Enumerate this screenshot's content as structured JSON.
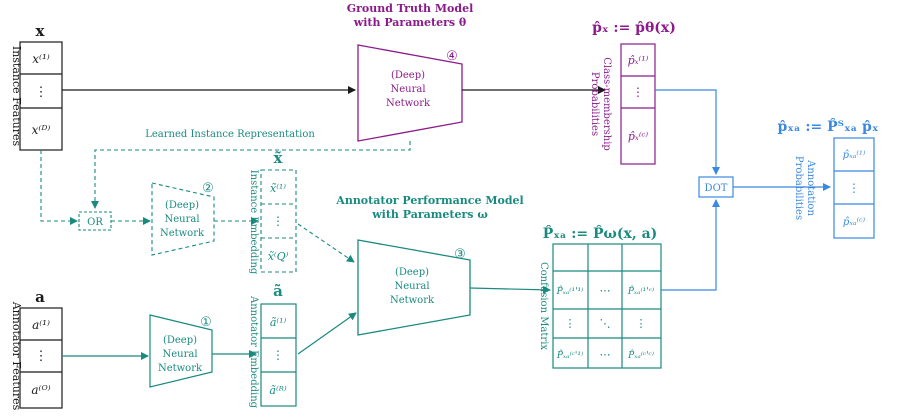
{
  "colors": {
    "black": "#1a1a1a",
    "purple": "#8b1a8b",
    "teal": "#1a8a80",
    "blue": "#3a88e0"
  },
  "instance": {
    "title": "x",
    "side_label": "Instance Features",
    "cells": [
      "x⁽¹⁾",
      "⋮",
      "x⁽ᴰ⁾"
    ]
  },
  "annotator": {
    "title": "a",
    "side_label": "Annotator Features",
    "cells": [
      "a⁽¹⁾",
      "⋮",
      "a⁽ᴼ⁾"
    ]
  },
  "gt_model": {
    "title_line1": "Ground Truth Model",
    "title_line2": "with Parameters θ",
    "badge": "④",
    "net_lines": [
      "(Deep)",
      "Neural",
      "Network"
    ]
  },
  "learned_repr_label": "Learned Instance Representation",
  "or_label": "OR",
  "encoder_instance": {
    "badge": "②",
    "net_lines": [
      "(Deep)",
      "Neural",
      "Network"
    ]
  },
  "encoder_annotator": {
    "badge": "①",
    "net_lines": [
      "(Deep)",
      "Neural",
      "Network"
    ]
  },
  "instance_embedding": {
    "title": "x̃",
    "side_label": "Instance Embedding",
    "cells": [
      "x̃⁽¹⁾",
      "⋮",
      "x̃⁽Q⁾"
    ]
  },
  "annotator_embedding": {
    "title": "ã",
    "side_label": "Annotator Embedding",
    "cells": [
      "ã⁽¹⁾",
      "⋮",
      "ã⁽ᴿ⁾"
    ]
  },
  "ap_model": {
    "title_line1": "Annotator Performance Model",
    "title_line2": "with Parameters ω",
    "badge": "③",
    "net_lines": [
      "(Deep)",
      "Neural",
      "Network"
    ]
  },
  "class_probs": {
    "title": "p̂ₓ := p̂θ(x)",
    "side_label_1": "Class-membership",
    "side_label_2": "Probabilities",
    "cells": [
      "p̂ₓ⁽¹⁾",
      "⋮",
      "p̂ₓ⁽ᶜ⁾"
    ]
  },
  "confusion": {
    "title": "P̂ₓₐ := P̂ω(x, a)",
    "side_label": "Confusion Matrix",
    "cells": [
      [
        "P̂ₓₐ⁽¹'¹⁾",
        "⋯",
        "P̂ₓₐ⁽¹'ᶜ⁾"
      ],
      [
        "⋮",
        "⋱",
        "⋮"
      ],
      [
        "P̂ₓₐ⁽ᶜ'¹⁾",
        "⋯",
        "P̂ₓₐ⁽ᶜ'ᶜ⁾"
      ]
    ]
  },
  "dot_label": "DOT",
  "annot_probs": {
    "title": "p̂ₓₐ := P̂ᵀₓₐ p̂ₓ",
    "side_label_1": "Annotation",
    "side_label_2": "Probabilities",
    "cells": [
      "p̂ₓₐ⁽¹⁾",
      "⋮",
      "p̂ₓₐ⁽ᶜ⁾"
    ]
  }
}
